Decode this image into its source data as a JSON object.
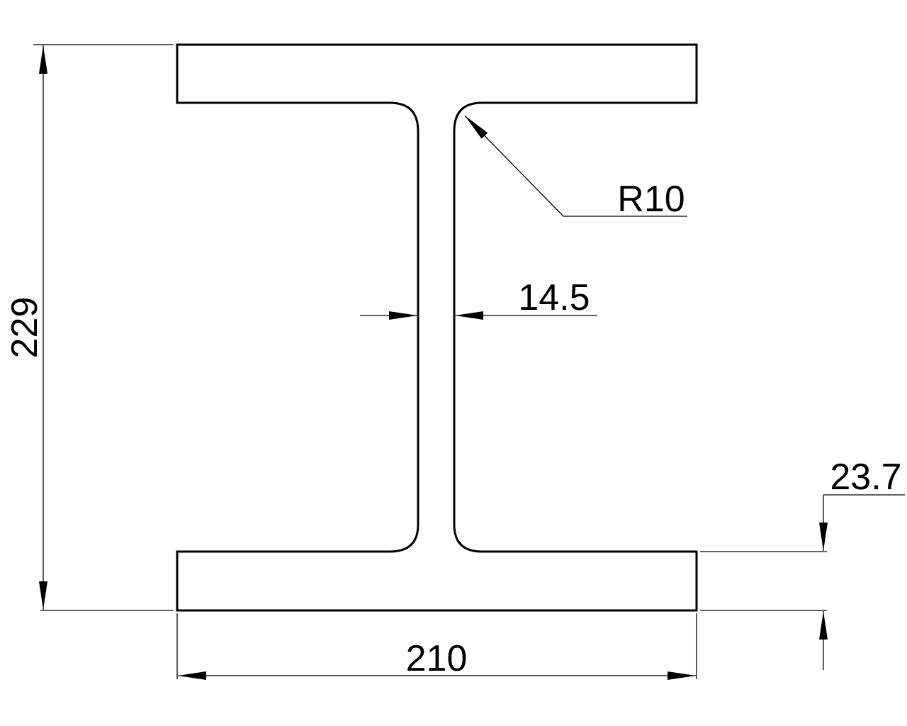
{
  "drawing": {
    "title": "I-beam cross section",
    "dimensions": {
      "height": "229",
      "width": "210",
      "web_thickness": "14.5",
      "fillet_radius": "R10",
      "flange_thickness": "23.7"
    },
    "colors": {
      "line": "#000000",
      "background": "#ffffff"
    }
  }
}
